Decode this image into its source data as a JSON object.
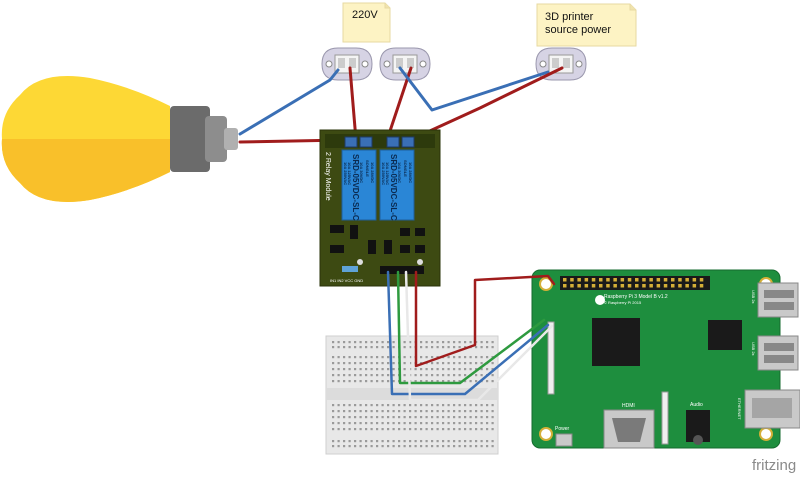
{
  "notes": {
    "mains": "220V",
    "printer_line1": "3D printer",
    "printer_line2": "source power"
  },
  "relay_module": {
    "title": "2 Relay Module",
    "relay_model": "SRD-05VDC-SL-C",
    "brand": "SONGLE",
    "rating_lines": [
      "10A 250VAC",
      "10A 125VAC",
      "10A 30VDC",
      "10A 28VDC"
    ],
    "pin_labels": "IN1 IN2 VCC GND"
  },
  "raspberry_pi": {
    "title": "Raspberry Pi 3 Model B v1.2",
    "copyright": "© Raspberry Pi 2015",
    "power_label": "Power",
    "hdmi_label": "HDMI",
    "audio_label": "Audio",
    "ethernet_label": "ETHERNET",
    "usb_label": "USB 2x"
  },
  "branding": {
    "fritzing": "fritzing"
  },
  "colors": {
    "wire_red": "#a01c1c",
    "wire_blue": "#3a6fb5",
    "wire_green": "#2e9a3f",
    "wire_white": "#e8e8e8",
    "relay_pcb": "#3d4a12",
    "relay_blue": "#2a86d6",
    "pi_green": "#1e8e3e",
    "bulb_yellow": "#fdd835",
    "note_bg": "#fdf3c4"
  }
}
